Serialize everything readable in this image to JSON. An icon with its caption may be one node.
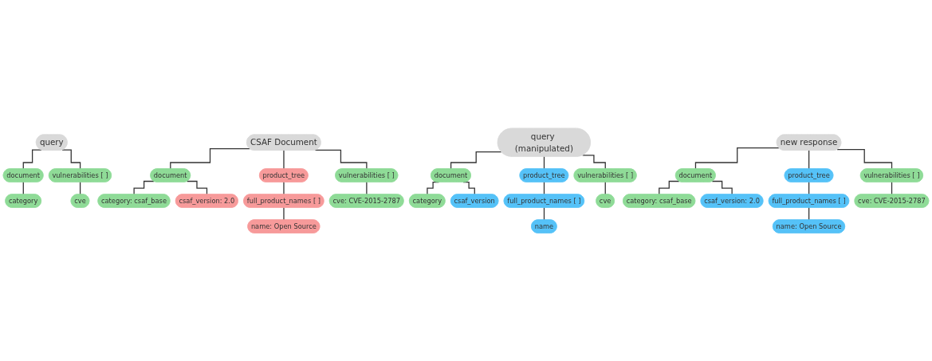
{
  "diagram": {
    "nodes": [
      {
        "text": [
          "query"
        ]
      },
      {
        "text": [
          "document"
        ]
      },
      {
        "text": [
          "category"
        ]
      },
      {
        "text": [
          "vulnerabilities [ ]"
        ]
      },
      {
        "text": [
          "cve"
        ]
      },
      {
        "text": [
          "CSAF Document"
        ]
      },
      {
        "text": [
          "document"
        ]
      },
      {
        "text": [
          "category: csaf_base"
        ]
      },
      {
        "text": [
          "csaf_version: 2.0"
        ]
      },
      {
        "text": [
          "product_tree"
        ]
      },
      {
        "text": [
          "full_product_names [ ]"
        ]
      },
      {
        "text": [
          "name: Open Source"
        ]
      },
      {
        "text": [
          "vulnerabilities [ ]"
        ]
      },
      {
        "text": [
          "cve: CVE-2015-2787"
        ]
      },
      {
        "text": [
          "query (manipulated)"
        ]
      },
      {
        "text": [
          "document"
        ]
      },
      {
        "text": [
          "category"
        ]
      },
      {
        "text": [
          "csaf_version"
        ]
      },
      {
        "text": [
          "product_tree"
        ]
      },
      {
        "text": [
          "full_product_names [ ]"
        ]
      },
      {
        "text": [
          "name"
        ]
      },
      {
        "text": [
          "vulnerabilities [ ]"
        ]
      },
      {
        "text": [
          "cve"
        ]
      },
      {
        "text": [
          "new response"
        ]
      },
      {
        "text": [
          "document"
        ]
      },
      {
        "text": [
          "category: csaf_base"
        ]
      },
      {
        "text": [
          "csaf_version: 2.0"
        ]
      },
      {
        "text": [
          "product_tree"
        ]
      },
      {
        "text": [
          "full_product_names [ ]"
        ]
      },
      {
        "text": [
          "name: Open Source"
        ]
      },
      {
        "text": [
          "vulnerabilities [ ]"
        ]
      },
      {
        "text": [
          "cve: CVE-2015-2787"
        ]
      }
    ],
    "edges": [
      {
        "from": 0,
        "to": 1,
        "arrow": "none"
      },
      {
        "from": 1,
        "to": 2,
        "arrow": "none"
      },
      {
        "from": 0,
        "to": 3,
        "arrow": "none"
      },
      {
        "from": 3,
        "to": 4,
        "arrow": "none"
      },
      {
        "from": 5,
        "to": 6,
        "arrow": "none"
      },
      {
        "from": 6,
        "to": 7,
        "arrow": "none"
      },
      {
        "from": 6,
        "to": 8,
        "arrow": "none"
      },
      {
        "from": 5,
        "to": 9,
        "arrow": "none"
      },
      {
        "from": 9,
        "to": 10,
        "arrow": "none"
      },
      {
        "from": 10,
        "to": 11,
        "arrow": "none"
      },
      {
        "from": 5,
        "to": 12,
        "arrow": "none"
      },
      {
        "from": 12,
        "to": 13,
        "arrow": "none"
      },
      {
        "from": 14,
        "to": 15,
        "arrow": "none"
      },
      {
        "from": 15,
        "to": 16,
        "arrow": "none"
      },
      {
        "from": 15,
        "to": 17,
        "arrow": "none"
      },
      {
        "from": 14,
        "to": 18,
        "arrow": "none"
      },
      {
        "from": 18,
        "to": 19,
        "arrow": "none"
      },
      {
        "from": 19,
        "to": 20,
        "arrow": "none"
      },
      {
        "from": 14,
        "to": 21,
        "arrow": "none"
      },
      {
        "from": 21,
        "to": 22,
        "arrow": "none"
      },
      {
        "from": 23,
        "to": 24,
        "arrow": "none"
      },
      {
        "from": 24,
        "to": 25,
        "arrow": "none"
      },
      {
        "from": 24,
        "to": 26,
        "arrow": "none"
      },
      {
        "from": 23,
        "to": 27,
        "arrow": "none"
      },
      {
        "from": 27,
        "to": 28,
        "arrow": "none"
      },
      {
        "from": 28,
        "to": 29,
        "arrow": "none"
      },
      {
        "from": 23,
        "to": 30,
        "arrow": "none"
      },
      {
        "from": 30,
        "to": 31,
        "arrow": "none"
      }
    ]
  }
}
